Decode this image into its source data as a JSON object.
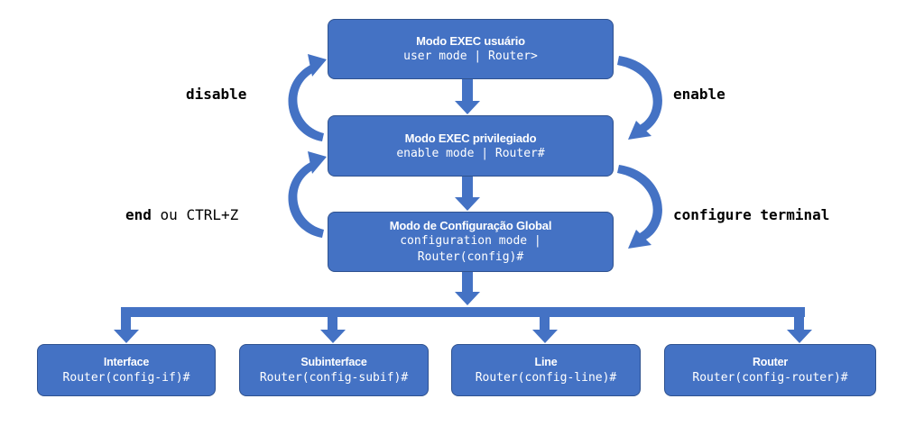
{
  "diagram": {
    "colors": {
      "box_fill": "#4472C4",
      "box_border": "#2F528F",
      "arrow": "#4472C4",
      "text_on_box": "#ffffff",
      "label_text": "#000000"
    },
    "modes": {
      "user": {
        "title": "Modo EXEC usuário",
        "prompt": "user mode | Router>"
      },
      "privileged": {
        "title": "Modo EXEC privilegiado",
        "prompt": "enable mode | Router#"
      },
      "global": {
        "title": "Modo de Configuração Global",
        "prompt_line1": "configuration mode |",
        "prompt_line2": "Router(config)#"
      }
    },
    "submodes": [
      {
        "title": "Interface",
        "prompt": "Router(config-if)#"
      },
      {
        "title": "Subinterface",
        "prompt": "Router(config-subif)#"
      },
      {
        "title": "Line",
        "prompt": "Router(config-line)#"
      },
      {
        "title": "Router",
        "prompt": "Router(config-router)#"
      }
    ],
    "transitions": {
      "disable": "disable",
      "enable": "enable",
      "end_cmd": "end",
      "end_or": "ou",
      "end_keys": "CTRL+Z",
      "configure": "configure terminal"
    }
  }
}
